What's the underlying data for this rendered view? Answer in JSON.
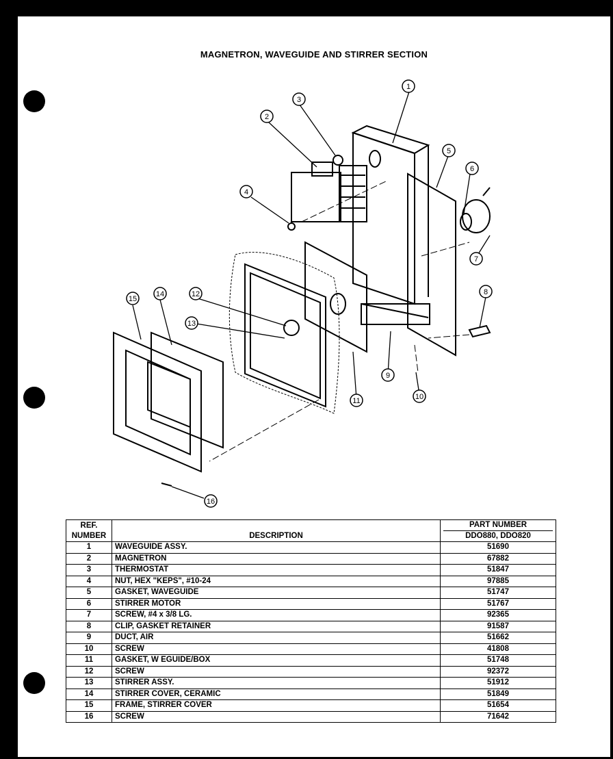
{
  "title": "MAGNETRON, WAVEGUIDE AND STIRRER SECTION",
  "callouts": [
    "1",
    "2",
    "3",
    "4",
    "5",
    "6",
    "7",
    "8",
    "9",
    "10",
    "11",
    "12",
    "13",
    "14",
    "15",
    "16"
  ],
  "table": {
    "headers": {
      "ref_line1": "REF.",
      "ref_line2": "NUMBER",
      "description": "DESCRIPTION",
      "part_line1": "PART NUMBER",
      "part_line2": "DDO880, DDO820"
    },
    "rows": [
      {
        "ref": "1",
        "desc": "WAVEGUIDE ASSY.",
        "part": "51690"
      },
      {
        "ref": "2",
        "desc": "MAGNETRON",
        "part": "67882"
      },
      {
        "ref": "3",
        "desc": "THERMOSTAT",
        "part": "51847"
      },
      {
        "ref": "4",
        "desc": "NUT, HEX \"KEPS\", #10-24",
        "part": "97885"
      },
      {
        "ref": "5",
        "desc": "GASKET, WAVEGUIDE",
        "part": "51747"
      },
      {
        "ref": "6",
        "desc": "STIRRER MOTOR",
        "part": "51767"
      },
      {
        "ref": "7",
        "desc": "SCREW, #4 x 3/8 LG.",
        "part": "92365"
      },
      {
        "ref": "8",
        "desc": "CLIP, GASKET RETAINER",
        "part": "91587"
      },
      {
        "ref": "9",
        "desc": "DUCT, AIR",
        "part": "51662"
      },
      {
        "ref": "10",
        "desc": "SCREW",
        "part": "41808"
      },
      {
        "ref": "11",
        "desc": "GASKET, W  EGUIDE/BOX",
        "part": "51748"
      },
      {
        "ref": "12",
        "desc": "SCREW",
        "part": "92372"
      },
      {
        "ref": "13",
        "desc": "STIRRER ASSY.",
        "part": "51912"
      },
      {
        "ref": "14",
        "desc": "STIRRER COVER, CERAMIC",
        "part": "51849"
      },
      {
        "ref": "15",
        "desc": "FRAME, STIRRER COVER",
        "part": "51654"
      },
      {
        "ref": "16",
        "desc": "SCREW",
        "part": "71642"
      }
    ]
  }
}
